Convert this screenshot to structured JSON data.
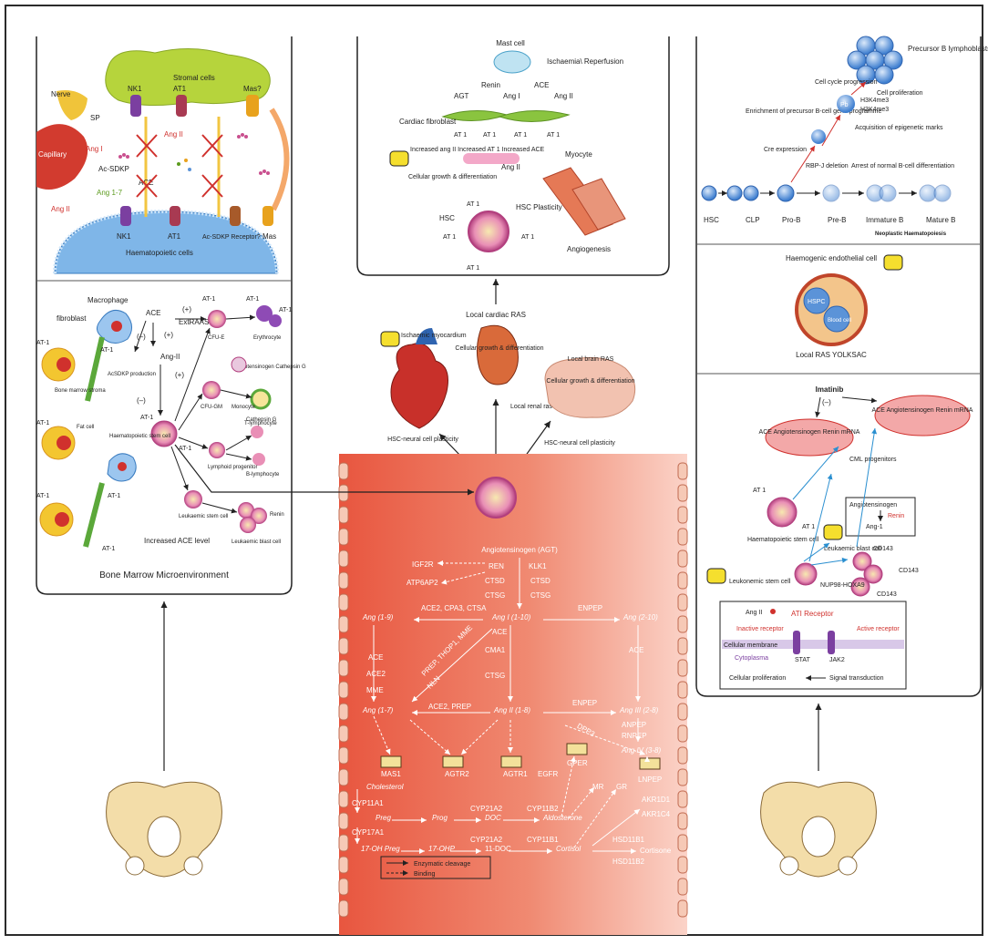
{
  "colors": {
    "background": "#ffffff",
    "frame": "#2b2b2b",
    "pathway_bg_dark": "#e8563f",
    "pathway_bg_light": "#fbd3c8",
    "cell_membrane": "#f3c58b",
    "cell_pink": "#c9508f",
    "nucleus_yellow": "#f3c630",
    "stromal_green": "#b6d43c",
    "red_text": "#d0312d",
    "speech_yellow": "#f5df2e",
    "bubble_red": "#f3a8a8",
    "blue_cell": "#5b93d8",
    "bone": "#f3dda9"
  },
  "left_top": {
    "nerve": "Nerve",
    "sp": "SP",
    "capillary": "Capillary",
    "stromal": "Stromal cells",
    "nk1": "NK1",
    "at1": "AT1",
    "mas_q": "Mas?",
    "ang_i": "Ang I",
    "ang_ii_top": "Ang II",
    "ac_sdkp": "Ac-SDKP",
    "ang17": "Ang 1-7",
    "ang_ii": "Ang II",
    "ace": "ACE",
    "nk1_b": "NK1",
    "at1_b": "AT1",
    "acsdkp_rec": "Ac-SDKP Receptor?",
    "mas": "Mas",
    "haem_cells": "Haematopoietic cells"
  },
  "left_bottom": {
    "title": "Bone Marrow Microenvironment",
    "macrophage": "Macrophage",
    "fibroblast": "fibroblast",
    "ace": "ACE",
    "plus": "(+)",
    "minus": "(–)",
    "extraas": "ExtRAAS",
    "at1": "AT-1",
    "ang_ii": "Ang-II",
    "acsdkp_prod": "AcSDKP production",
    "bm_stroma": "Bone marrow stroma",
    "cfu_e": "CFU-E",
    "erythrocyte": "Erythrocyte",
    "angiotensinogen_cath": "Angiotensinogen Cathepsin G",
    "monocyte": "Monocyte",
    "cathepsin_g": "Cathepsin G",
    "cfu_gm": "CFU-GM",
    "haem_stem": "Haematopoietic stem cell",
    "t_lymph": "T-lymphocyte",
    "lymphoid": "Lymphoid progenitor",
    "b_lymph": "B-lymphocyte",
    "fat_cell": "Fat cell",
    "leuk_stem": "Leukaemic stem cell",
    "renin": "Renin",
    "leuk_blast": "Leukaemic blast cell",
    "increased_ace": "Increased ACE level"
  },
  "center_top": {
    "mast_cell": "Mast cell",
    "ischaemia": "Ischaemia\\ Reperfusion",
    "renin": "Renin",
    "ace": "ACE",
    "agt": "AGT",
    "ang_i": "Ang I",
    "ang_ii": "Ang II",
    "cardiac_fibro": "Cardiac fibroblast",
    "at1": "AT 1",
    "increased": "Increased ang II Increased AT 1 Increased ACE",
    "cell_growth": "Cellular growth & differentiation",
    "ang_ii_b": "Ang II",
    "myocyte": "Myocyte",
    "hsc": "HSC",
    "hsc_plasticity": "HSC Plasticity",
    "angiogenesis": "Angiogenesis"
  },
  "center_mid": {
    "local_cardiac": "Local cardiac RAS",
    "ischaemic": "Ischaemic myocardium",
    "cell_growth": "Cellular growth & differentiation",
    "local_brain": "Local brain RAS",
    "cell_growth_b": "Cellular growth & differentiation",
    "local_renal": "Local renal ras",
    "hsc_neural_a": "HSC-neural cell plasticity",
    "hsc_neural_b": "HSC-neural cell plasticity"
  },
  "pathway": {
    "agt": "Angiotensinogen (AGT)",
    "igf2r": "IGF2R",
    "atp6ap2": "ATP6AP2",
    "ren": "REN",
    "ctsd": "CTSD",
    "ctsg": "CTSG",
    "klk1": "KLK1",
    "ctsd_b": "CTSD",
    "ctsg_b": "CTSG",
    "ace2_cpa3": "ACE2, CPA3, CTSA",
    "ang19": "Ang (1-9)",
    "ang110": "Ang I (1-10)",
    "enpep": "ENPEP",
    "ang210": "Ang (2-10)",
    "ace": "ACE",
    "ace2": "ACE2",
    "mme": "MME",
    "prep_thop": "PREP, THOP1, MME",
    "nln": "NLN",
    "ace_b": "ACE",
    "cma1": "CMA1",
    "ctsg_c": "CTSG",
    "ace_c": "ACE",
    "ang17": "Ang (1-7)",
    "ace2_prep": "ACE2, PREP",
    "ang18": "Ang II (1-8)",
    "enpep_b": "ENPEP",
    "ang28": "Ang III (2-8)",
    "anpep": "ANPEP",
    "rnpep": "RNPEP",
    "dpp3": "DPP3",
    "ang38": "Ang IV (3-8)",
    "mas1": "MAS1",
    "agtr2": "AGTR2",
    "agtr1": "AGTR1",
    "egfr": "EGFR",
    "gper": "GPER",
    "mr": "MR",
    "gr": "GR",
    "lnpep": "LNPEP",
    "cholesterol": "Cholesterol",
    "cyp11a1": "CYP11A1",
    "preg": "Preg",
    "prog": "Prog",
    "cyp21a2": "CYP21A2",
    "doc": "DOC",
    "cyp11b2": "CYP11B2",
    "aldosterone": "Aldosterone",
    "akr1d1": "AKR1D1",
    "akr1c4": "AKR1C4",
    "cyp17a1": "CYP17A1",
    "ohpreg": "17-OH Preg",
    "ohp": "17-OHP",
    "cyp21a2_b": "CYP21A2",
    "doc11": "11-DOC",
    "cyp11b1": "CYP11B1",
    "cortisol": "Cortisol",
    "hsd11b1": "HSD11B1",
    "cortisone": "Cortisone",
    "hsd11b2": "HSD11B2",
    "legend_enz": "Enzymatic cleavage",
    "legend_bind": "Binding"
  },
  "right_top": {
    "precursor_b": "Precursor B lymphoblasts",
    "cell_prolif": "Cell proliferation",
    "cycle_prog": "Cell cycle progression",
    "enrichment": "Enrichment of precursor B-cell gene programme",
    "h3k4": "H3K4me3",
    "h3k4_b": "H3K4me3",
    "pb": "Pb",
    "acquisition": "Acquisition of epigenetic marks",
    "cre": "Cre expression",
    "rbpj": "RBP-J deletion",
    "arrest": "Arrest of normal B-cell differentiation",
    "hsc": "HSC",
    "clp": "CLP",
    "prob": "Pro-B",
    "preb": "Pre-B",
    "immature": "Immature B",
    "mature": "Mature B",
    "neoplastic": "Neoplastic Haematopoiesis"
  },
  "right_mid": {
    "haemogenic": "Haemogenic endothelial cell",
    "hspc": "HSPC",
    "blood_cell": "Blood cell",
    "local_ras": "Local RAS YOLKSAC"
  },
  "right_bottom": {
    "imatinib": "Imatinib",
    "minus": "(–)",
    "bubble_left": "ACE Angiotensinogen Renin mRNA",
    "bubble_right": "ACE Angiotensinogen Renin mRNA",
    "cml": "CML progenitors",
    "at1": "AT 1",
    "at1_b": "AT 1",
    "haem_stem": "Haematopoietic stem cell",
    "angiotensinogen": "Angiotensinogen",
    "renin": "Renin",
    "ang1": "Ang-1",
    "leuk_blast": "Leukaemic blast cell",
    "cd143": "CD143",
    "cd143_b": "CD143",
    "cd143_c": "CD143",
    "leuk_stem": "Leukonemic stem cell",
    "nup98": "NUP98-HOXA9",
    "ang_ii": "Ang II",
    "at1_receptor": "ATI Receptor",
    "inactive": "Inactive receptor",
    "active": "Active receptor",
    "membrane": "Cellular membrane",
    "cytoplasma": "Cytoplasma",
    "stat": "STAT",
    "jak2": "JAK2",
    "prolif": "Cellular proliferation",
    "signal": "Signal transduction"
  }
}
